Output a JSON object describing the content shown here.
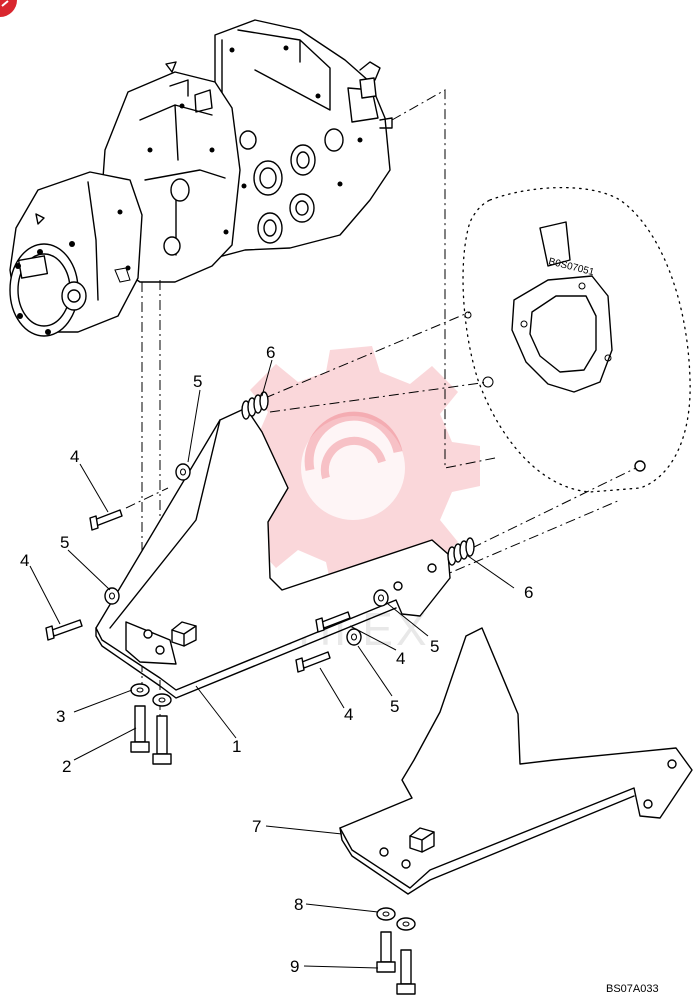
{
  "diagram": {
    "drawing_code": "BS07A033",
    "watermark_text": "ИНГЕХ",
    "callouts": [
      {
        "id": "c1",
        "label": "1"
      },
      {
        "id": "c2",
        "label": "2"
      },
      {
        "id": "c3",
        "label": "3"
      },
      {
        "id": "c4a",
        "label": "4"
      },
      {
        "id": "c4b",
        "label": "4"
      },
      {
        "id": "c4c",
        "label": "4"
      },
      {
        "id": "c4d",
        "label": "4"
      },
      {
        "id": "c5a",
        "label": "5"
      },
      {
        "id": "c5b",
        "label": "5"
      },
      {
        "id": "c5c",
        "label": "5"
      },
      {
        "id": "c5d",
        "label": "5"
      },
      {
        "id": "c6a",
        "label": "6"
      },
      {
        "id": "c6b",
        "label": "6"
      },
      {
        "id": "c7",
        "label": "7"
      },
      {
        "id": "c8",
        "label": "8"
      },
      {
        "id": "c9",
        "label": "9"
      }
    ]
  }
}
